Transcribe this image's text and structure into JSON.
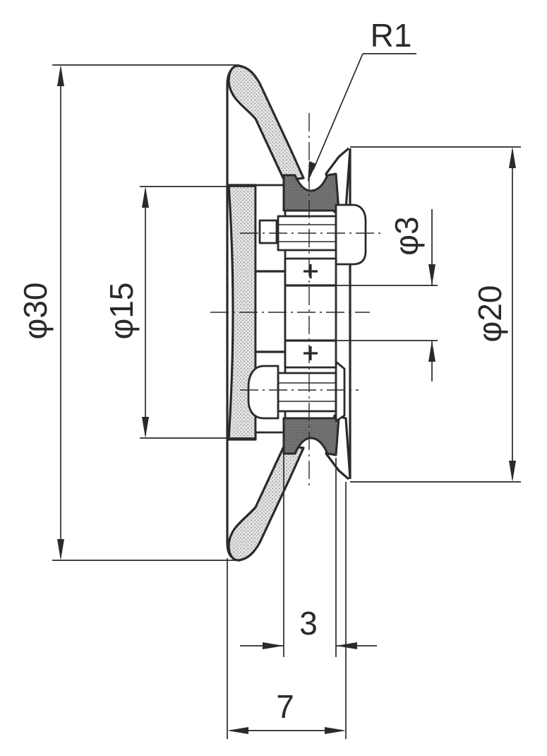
{
  "labels": {
    "radius": "R1",
    "outer_diameter": "φ30",
    "bore_diameter": "φ15",
    "pin_diameter": "φ3",
    "hub_diameter": "φ20",
    "groove_width": "3",
    "total_width": "7"
  },
  "colors": {
    "line": "#2a2a2a",
    "stipple": "#c9c9c9",
    "dark_fill": "#6f6f6f",
    "background": "#ffffff"
  }
}
